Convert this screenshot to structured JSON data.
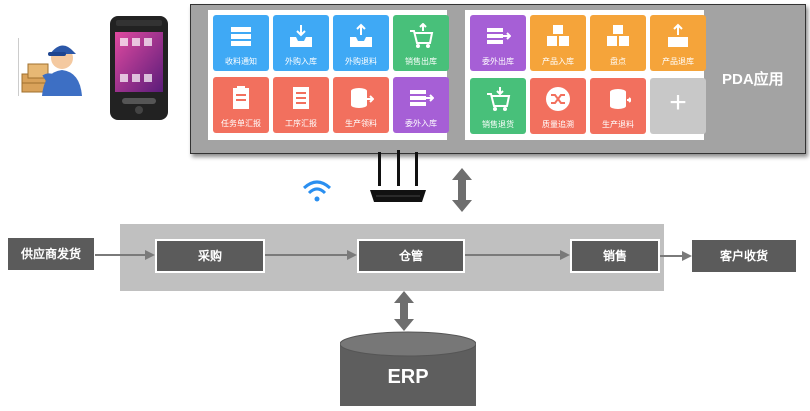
{
  "pda": {
    "title": "PDA应用",
    "tiles": [
      {
        "label": "收料通知",
        "color": "#3fa9f5",
        "icon": "stack-icon"
      },
      {
        "label": "外购入库",
        "color": "#3fa9f5",
        "icon": "inbox-in-icon"
      },
      {
        "label": "外购退料",
        "color": "#3fa9f5",
        "icon": "inbox-out-icon"
      },
      {
        "label": "销售出库",
        "color": "#48c07a",
        "icon": "cart-up-icon"
      },
      {
        "label": "任务单汇报",
        "color": "#f2705e",
        "icon": "clipboard-icon"
      },
      {
        "label": "工序汇报",
        "color": "#f2705e",
        "icon": "document-icon"
      },
      {
        "label": "生产领料",
        "color": "#f2705e",
        "icon": "database-arrow-icon"
      },
      {
        "label": "委外入库",
        "color": "#a65fd6",
        "icon": "stack-arrow-icon"
      },
      {
        "label": "委外出库",
        "color": "#a65fd6",
        "icon": "stack-out-icon"
      },
      {
        "label": "产品入库",
        "color": "#f5a43a",
        "icon": "boxes-icon"
      },
      {
        "label": "盘点",
        "color": "#f5a43a",
        "icon": "boxes-check-icon"
      },
      {
        "label": "产品退库",
        "color": "#f5a43a",
        "icon": "box-up-icon"
      },
      {
        "label": "销售退货",
        "color": "#48c07a",
        "icon": "cart-down-icon"
      },
      {
        "label": "质量追溯",
        "color": "#f2705e",
        "icon": "shuffle-icon"
      },
      {
        "label": "生产退料",
        "color": "#f2705e",
        "icon": "database-back-icon"
      },
      {
        "label": "+",
        "color": "#c8c8c8",
        "icon": "plus-icon"
      }
    ]
  },
  "flow": {
    "supplier": "供应商发货",
    "purchase": "采购",
    "warehouse": "仓管",
    "sales": "销售",
    "customer": "客户收货"
  },
  "erp": {
    "label": "ERP"
  },
  "colors": {
    "dark_box": "#5b5b5b",
    "band": "#c0c0c0",
    "arrow": "#7a7a7a",
    "wifi": "#2a8ff0"
  }
}
